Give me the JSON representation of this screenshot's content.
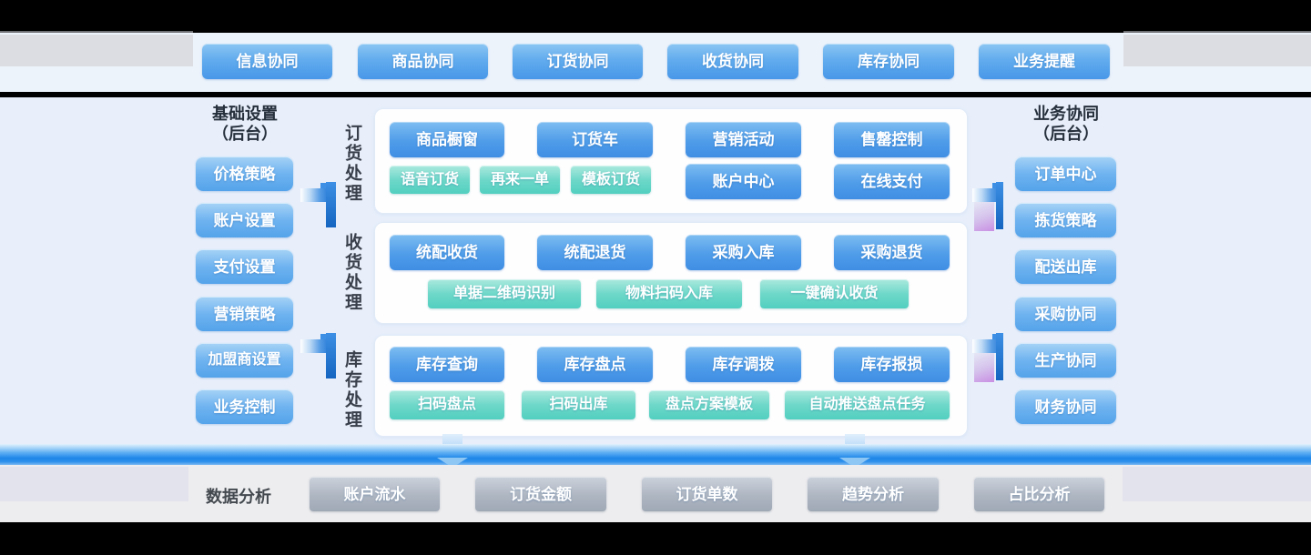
{
  "top_bar": {
    "buttons": [
      "信息协同",
      "商品协同",
      "订货协同",
      "收货协同",
      "库存协同",
      "业务提醒"
    ]
  },
  "left_panel": {
    "title": "基础设置",
    "subtitle": "（后台）",
    "items": [
      "价格策略",
      "账户设置",
      "支付设置",
      "营销策略",
      "加盟商设置",
      "业务控制"
    ]
  },
  "right_panel": {
    "title": "业务协同",
    "subtitle": "（后台）",
    "items": [
      "订单中心",
      "拣货策略",
      "配送出库",
      "采购协同",
      "生产协同",
      "财务协同"
    ]
  },
  "sections": [
    {
      "label": "订货处理",
      "row1": [
        "商品橱窗",
        "订货车",
        "营销活动",
        "售罄控制"
      ],
      "row2_teal": [
        "语音订货",
        "再来一单",
        "模板订货"
      ],
      "row2_blue": [
        "账户中心",
        "在线支付"
      ]
    },
    {
      "label": "收货处理",
      "row1": [
        "统配收货",
        "统配退货",
        "采购入库",
        "采购退货"
      ],
      "row2_teal": [
        "单据二维码识别",
        "物料扫码入库",
        "一键确认收货"
      ]
    },
    {
      "label": "库存处理",
      "row1": [
        "库存查询",
        "库存盘点",
        "库存调拨",
        "库存报损"
      ],
      "row2_teal": [
        "扫码盘点",
        "扫码出库",
        "盘点方案模板",
        "自动推送盘点任务"
      ]
    }
  ],
  "bottom_bar": {
    "label": "数据分析",
    "buttons": [
      "账户流水",
      "订货金额",
      "订货单数",
      "趋势分析",
      "占比分析"
    ]
  },
  "colors": {
    "primary_blue": "#4897e8",
    "mid_blue": "#3f8ee4",
    "teal": "#52cfc0",
    "bar_blue": "#1e86e8",
    "gray_button": "#a8b0bc",
    "background": "#e8effb",
    "panel_white": "#ffffff"
  }
}
